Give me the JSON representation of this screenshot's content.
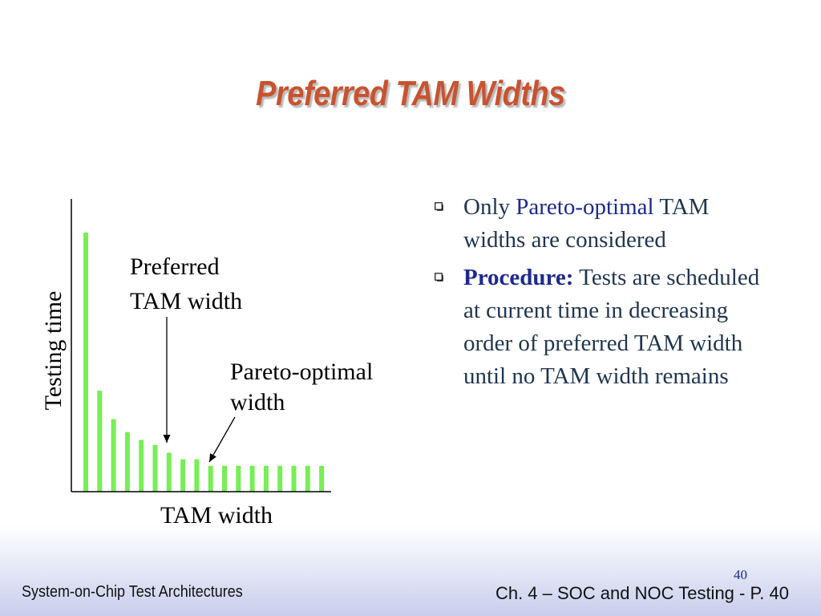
{
  "slide": {
    "title": "Preferred TAM Widths",
    "page_number": "40",
    "footer_left": "System-on-Chip Test Architectures",
    "footer_right": "Ch. 4 – SOC and NOC Testing - P. 40"
  },
  "bullets": [
    {
      "icon": "hollow-square-bullet-icon",
      "before": "Only ",
      "highlight": "Pareto-optimal",
      "after": " TAM widths are considered"
    },
    {
      "icon": "hollow-square-bullet-icon",
      "before": "",
      "strong": "Procedure:",
      "after": " Tests are scheduled at current time in decreasing order of preferred TAM width until no TAM width remains"
    }
  ],
  "chart_data": {
    "type": "bar",
    "xlabel": "TAM width",
    "ylabel": "Testing time",
    "bar_color": "#77ee55",
    "values": [
      100,
      39,
      28,
      23,
      20,
      18,
      15,
      12.5,
      12.5,
      10,
      10,
      10,
      10,
      10,
      10,
      10,
      10,
      10
    ],
    "ylim": [
      0,
      100
    ],
    "annotations": [
      {
        "text_lines": [
          "Preferred",
          "TAM width"
        ],
        "points_to_bar_index": 6
      },
      {
        "text_lines": [
          "Pareto-optimal",
          "width"
        ],
        "points_to_bar_index": 9
      }
    ]
  },
  "colors": {
    "title": "#c8532f",
    "highlight": "#1d2a8c",
    "body_text": "#1f3550"
  }
}
